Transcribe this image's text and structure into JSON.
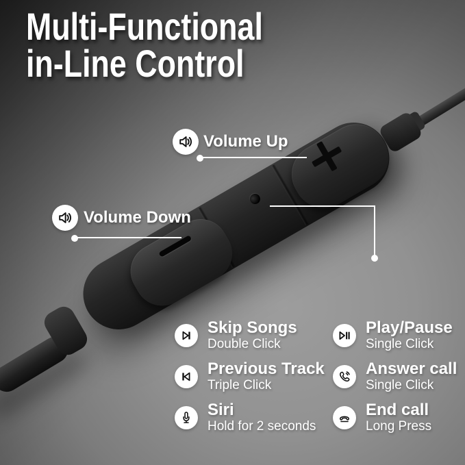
{
  "title": {
    "line1": "Multi-Functional",
    "line2": "in-Line Control"
  },
  "callouts": {
    "volume_up": {
      "label": "Volume Up",
      "icon": "speaker-volume-icon"
    },
    "volume_down": {
      "label": "Volume Down",
      "icon": "speaker-volume-icon"
    },
    "microphone_pointer": {
      "icon": "pointer-line",
      "label": ""
    }
  },
  "remote": {
    "volume_up_mark": "+",
    "volume_down_mark": "−",
    "features": [
      "volume-up-button",
      "microphone-hole",
      "volume-down-button"
    ]
  },
  "functions": {
    "left": [
      {
        "icon": "skip-forward-icon",
        "title": "Skip Songs",
        "subtitle": "Double Click"
      },
      {
        "icon": "previous-track-icon",
        "title": "Previous Track",
        "subtitle": "Triple Click"
      },
      {
        "icon": "microphone-icon",
        "title": "Siri",
        "subtitle": "Hold for 2 seconds"
      }
    ],
    "right": [
      {
        "icon": "play-pause-icon",
        "title": "Play/Pause",
        "subtitle": "Single Click"
      },
      {
        "icon": "answer-call-icon",
        "title": "Answer call",
        "subtitle": "Single Click"
      },
      {
        "icon": "end-call-icon",
        "title": "End call",
        "subtitle": "Long Press"
      }
    ]
  },
  "colors": {
    "text": "#ffffff",
    "icon_circle_bg": "#ffffff",
    "icon_glyph": "#111111",
    "remote_body_dark": "#1e1e1e",
    "background_light": "#9d9d9d",
    "background_dark": "#222222",
    "callout_line": "#ffffff"
  }
}
